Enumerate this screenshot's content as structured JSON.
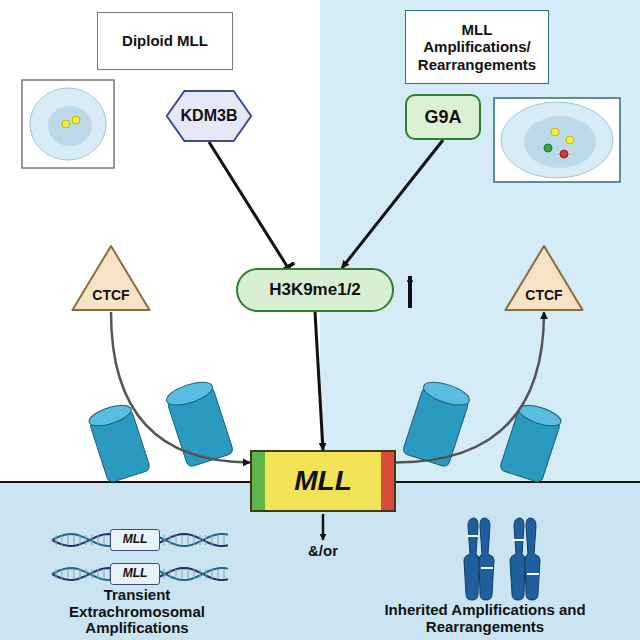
{
  "diagram": {
    "nodes": [
      {
        "text": [
          "Diploid MLL"
        ]
      },
      {
        "text": [
          "MLL Amplifications/ Rearrangements"
        ]
      },
      {
        "text": [
          "KDM3B"
        ]
      },
      {
        "text": [
          "G9A"
        ]
      },
      {
        "text": [
          "H3K9me1/2"
        ]
      },
      {
        "text": [
          "CTCF"
        ]
      },
      {
        "text": [
          "CTCF"
        ]
      },
      {
        "text": [
          "MLL"
        ]
      },
      {
        "text": [
          "MLL"
        ]
      },
      {
        "text": [
          "MLL"
        ]
      }
    ],
    "edges": [
      {
        "from": 2,
        "to": 4,
        "arrow": "to"
      },
      {
        "from": 3,
        "to": 4,
        "arrow": "to"
      },
      {
        "from": 4,
        "to": 7,
        "arrow": "to"
      },
      {
        "from": 5,
        "to": 7,
        "arrow": "to"
      },
      {
        "from": 7,
        "to": 6,
        "arrow": "to"
      }
    ],
    "labels": [
      "&/or",
      "Transient Extrachromosomal Amplifications",
      "Inherited Amplifications and Rearrangements"
    ]
  }
}
